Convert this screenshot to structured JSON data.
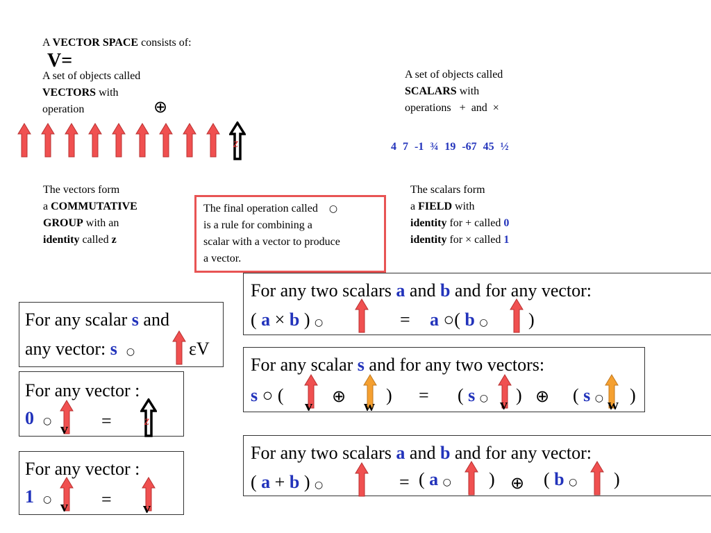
{
  "intro": {
    "prefix": "A",
    "title": "VECTOR SPACE",
    "suffix": "consists of:",
    "v_label": "V="
  },
  "vectors_def": {
    "line1": "A set of objects called",
    "bold": "VECTORS",
    "with": "with",
    "line3": "operation",
    "op_symbol": "⊕",
    "zero_label": "z"
  },
  "scalars_def": {
    "line1": "A set of objects called",
    "bold": "SCALARS",
    "with": "with",
    "line3": "operations",
    "op1": "+",
    "and": "and",
    "op2": "×",
    "examples": [
      "4",
      "7",
      "-1",
      "¾",
      "19",
      "-67",
      "45",
      "½"
    ]
  },
  "group": {
    "line1": "The vectors form",
    "a": "a",
    "bold1": "COMMUTATIVE",
    "bold2": "GROUP",
    "with_an": "with an",
    "bold3": "identity",
    "called": "called",
    "z": "z"
  },
  "final_op": {
    "line1": "The final operation called",
    "symbol": "○",
    "line2": "is a rule for combining a",
    "line3": "scalar with a vector to produce",
    "line4": "a vector."
  },
  "field": {
    "line1": "The scalars form",
    "a": "a",
    "bold": "FIELD",
    "with": "with",
    "identity": "identity",
    "for_plus": "for + called",
    "zero": "0",
    "for_times": "for × called",
    "one": "1"
  },
  "axiom_closure": {
    "t1": "For any scalar",
    "s": "s",
    "t2": "and",
    "t3": "any vector:",
    "s2": "s",
    "circ": "○",
    "in": "εV"
  },
  "axiom_zero": {
    "t1": "For any vector :",
    "zero": "0",
    "circ": "○",
    "v": "v",
    "eq": "=",
    "z": "z"
  },
  "axiom_one": {
    "t1": "For any vector :",
    "one": "1",
    "circ": "○",
    "v": "v",
    "eq": "=",
    "v2": "v"
  },
  "axiom_assoc": {
    "t1": "For any  two scalars",
    "a": "a",
    "and": "and",
    "b": "b",
    "t2": "and for any vector:",
    "lp": "(",
    "a2": "a",
    "times": "×",
    "b2": "b",
    "rp": ")",
    "circ": "○",
    "eq": "=",
    "a3": "a",
    "circ2": "○(",
    "b3": "b",
    "circ3": "○",
    "rp2": ")"
  },
  "axiom_distrib_vec": {
    "t1": "For any scalar",
    "s": "s",
    "t2": "and for any two vectors:",
    "s2": "s",
    "circ": "○ (",
    "oplus": "⊕",
    "rp": ")",
    "eq": "=",
    "lp2": "(",
    "s3": "s",
    "circ2": "○",
    "v": "v",
    "w": "w",
    "rp2": ")",
    "oplus2": "⊕",
    "lp3": "(",
    "s4": "s",
    "circ3": "○",
    "w2": "w",
    "rp3": ")"
  },
  "axiom_distrib_scal": {
    "t1": "For any  two scalars",
    "a": "a",
    "and": "and",
    "b": "b",
    "t2": "and for any vector:",
    "lp": "(",
    "a2": "a",
    "plus": "+",
    "b2": "b",
    "rp": ")",
    "circ": "○",
    "eq": "=",
    "lp2": "(",
    "a3": "a",
    "circ2": "○",
    "rp2": ")",
    "oplus": "⊕",
    "lp3": "(",
    "b3": "b",
    "circ3": "○",
    "rp3": ")"
  },
  "colors": {
    "vector_red": "#f05050",
    "vector_orange": "#f5a030",
    "scalar_blue": "#2233bb",
    "frame_red": "#e85454"
  },
  "icons": [
    "vector-arrow-icon",
    "zero-vector-icon"
  ]
}
